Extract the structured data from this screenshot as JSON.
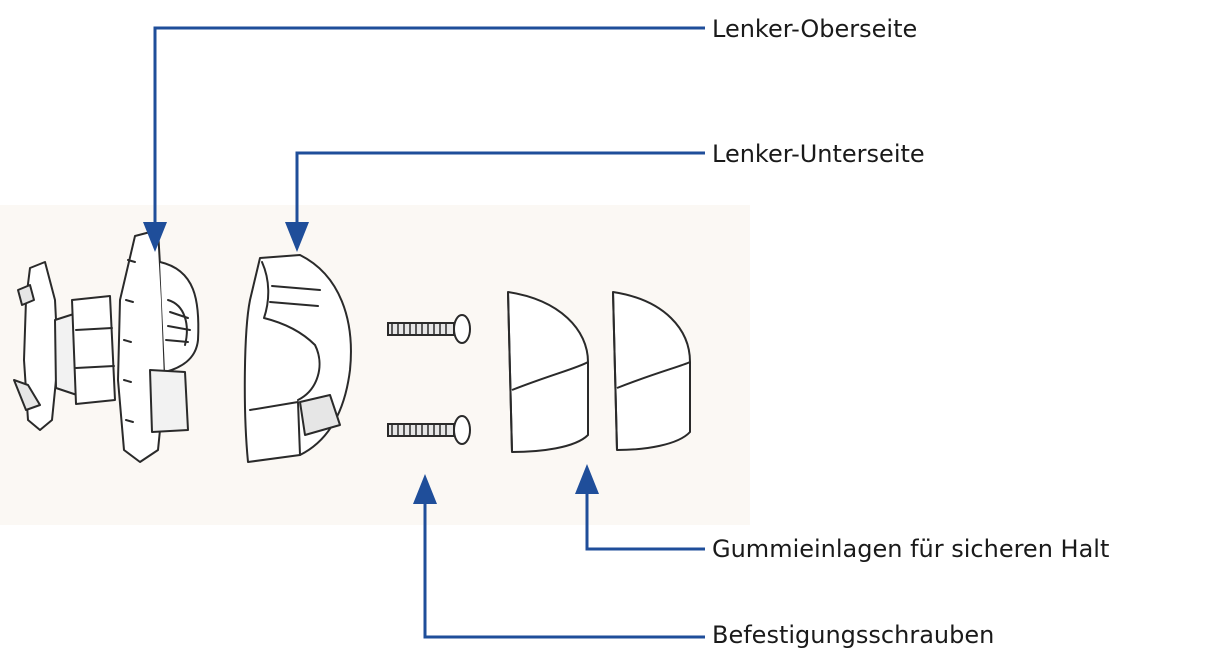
{
  "labels": {
    "handlebar_top": "Lenker-Oberseite",
    "handlebar_bottom": "Lenker-Unterseite",
    "rubber_inserts": "Gummieinlagen für sicheren Halt",
    "mounting_screws": "Befestigungsschrauben"
  },
  "colors": {
    "callout_line": "#1f4e9a",
    "drawing_stroke": "#2a2a2a",
    "part_fill": "#ffffff",
    "part_shade": "#e6e6e6",
    "background_tint": "#fbf8f4"
  }
}
